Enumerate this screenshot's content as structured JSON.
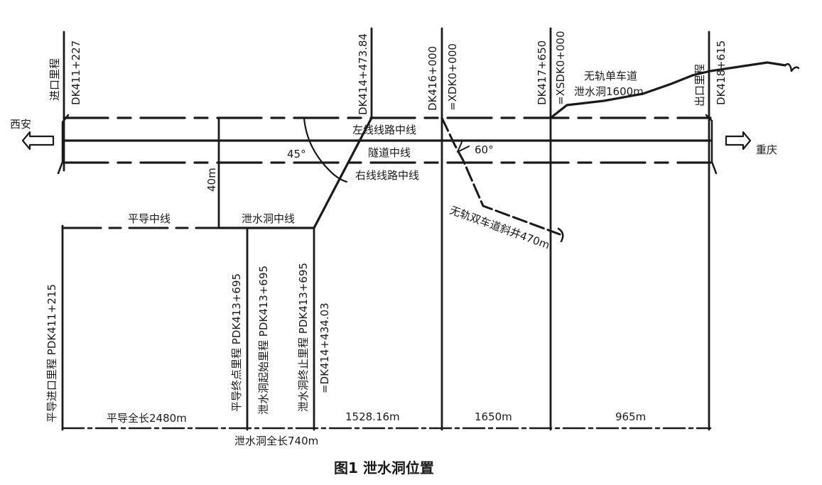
{
  "directions": {
    "west": "西安",
    "east": "重庆"
  },
  "lines": {
    "left_line": "左线线路中线",
    "tunnel_center": "隧道中线",
    "right_line": "右线线路中线",
    "pilot_center": "平导中线",
    "drain_center": "泄水洞中线"
  },
  "angles": {
    "a45": "45°",
    "a60": "60°"
  },
  "offset": "40m",
  "mileages": {
    "entrance_label": "进口里程",
    "entrance": "DK411+227",
    "dk414": "DK414+473.84",
    "dk416": "DK416+000",
    "xdk": "=XDK0+000",
    "dk417": "DK417+650",
    "xsdk": "=XSDK0+000",
    "exit_label": "出口里程",
    "exit": "DK418+615"
  },
  "adits": {
    "single_lane_1": "无轨单车道",
    "single_lane_2": "泄水洞1600m",
    "double_lane": "无轨双车道斜井470m"
  },
  "pilot_verticals": {
    "pilot_entrance": "平导进口里程  PDK411+215",
    "pilot_end": "平导终点里程  PDK413+695",
    "drain_start": "泄水洞起始里程  PDK413+695",
    "drain_end_a": "泄水洞终止里程  PDK413+695",
    "drain_end_b": "=DK414+434.03"
  },
  "dimensions": {
    "pilot_length": "平导全长2480m",
    "d1": "1528.16m",
    "d2": "1650m",
    "d3": "965m",
    "drain_length": "泄水洞全长740m"
  },
  "caption": "图1   泄水洞位置"
}
